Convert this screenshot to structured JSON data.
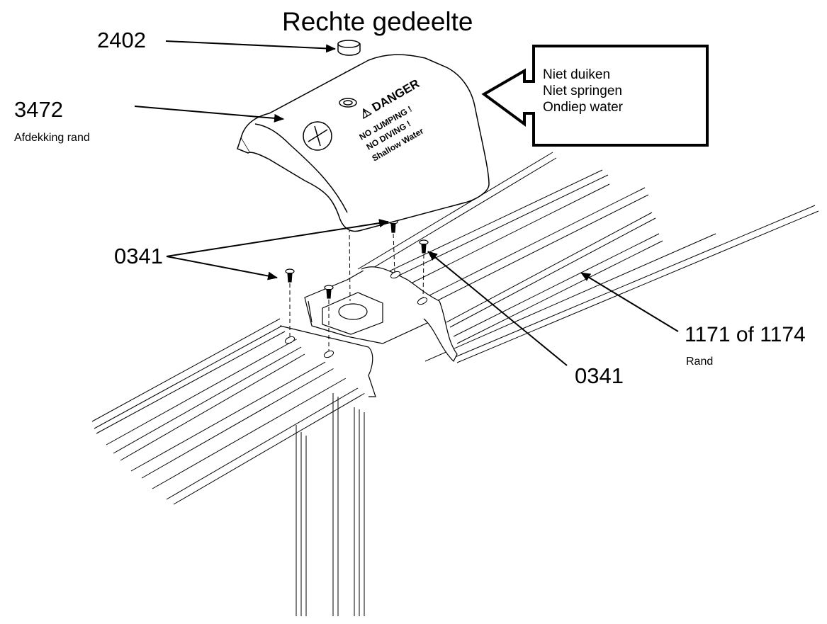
{
  "title": "Rechte gedeelte",
  "parts": {
    "cap": {
      "number": "2402"
    },
    "cover": {
      "number": "3472",
      "name": "Afdekking rand"
    },
    "screws_left": {
      "number": "0341"
    },
    "screws_right": {
      "number": "0341"
    },
    "rail": {
      "number": "1171 of 1174",
      "name": "Rand"
    }
  },
  "warning": {
    "lines": [
      "Niet duiken",
      "Niet springen",
      "Ondiep water"
    ]
  },
  "cover_print": {
    "heading": "⚠ DANGER",
    "line1": "NO JUMPING !",
    "line2": "NO DIVING !",
    "line3": "Shallow Water"
  }
}
